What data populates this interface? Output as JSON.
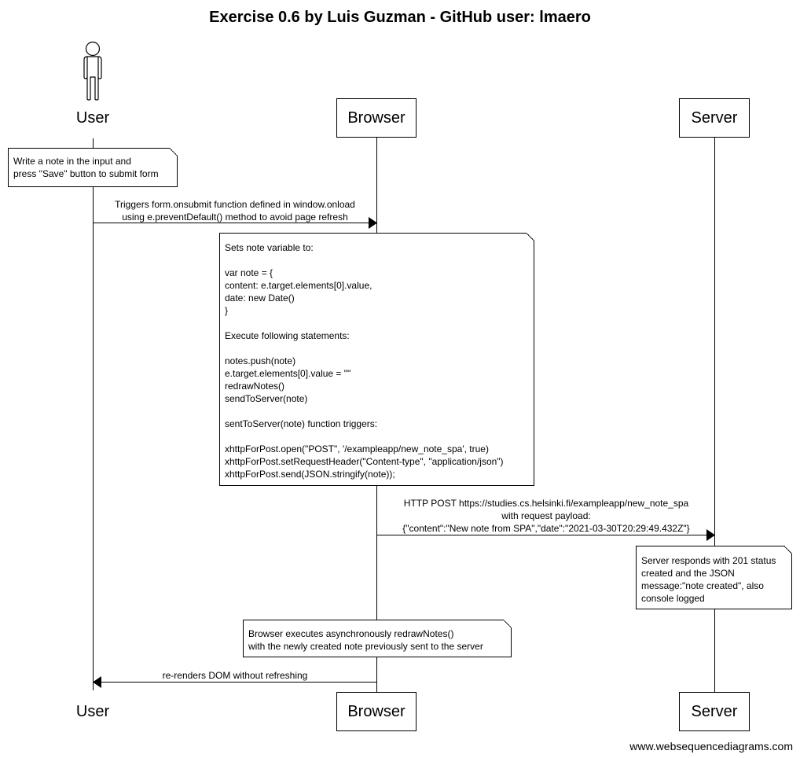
{
  "title": "Exercise 0.6 by Luis Guzman - GitHub user: lmaero",
  "participants": {
    "user": "User",
    "browser": "Browser",
    "server": "Server"
  },
  "notes": {
    "user_note": "Write a note in the input and\npress \"Save\" button to submit form",
    "browser_note": "Sets note variable to:\n\nvar note = {\ncontent: e.target.elements[0].value,\ndate: new Date()\n}\n\nExecute following statements:\n\nnotes.push(note)\ne.target.elements[0].value = \"\"\nredrawNotes()\nsendToServer(note)\n\nsentToServer(note) function triggers:\n\nxhttpForPost.open(\"POST\", '/exampleapp/new_note_spa', true)\nxhttpForPost.setRequestHeader(\"Content-type\", \"application/json\")\nxhttpForPost.send(JSON.stringify(note));",
    "server_note": "Server responds with 201 status\ncreated and the JSON\nmessage:\"note created\", also\nconsole logged",
    "redraw_note": "Browser executes asynchronously redrawNotes()\nwith the newly created note previously sent to the server"
  },
  "messages": {
    "submit": "Triggers form.onsubmit function defined in window.onload\nusing e.preventDefault() method to avoid page refresh",
    "post": "HTTP POST https://studies.cs.helsinki.fi/exampleapp/new_note_spa\nwith request payload:\n{\"content\":\"New note from SPA\",\"date\":\"2021-03-30T20:29:49.432Z\"}",
    "rerender": "re-renders DOM without refreshing"
  },
  "footer": "www.websequencediagrams.com"
}
